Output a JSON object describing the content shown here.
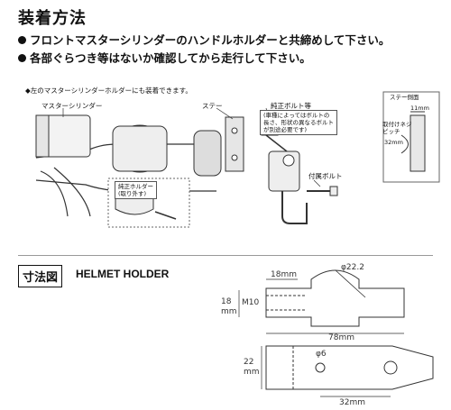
{
  "heading": "装着方法",
  "bullets": [
    "フロントマスターシリンダーのハンドルホルダーと共締めして下さい。",
    "各部ぐらつき等はないか確認してから走行して下さい。"
  ],
  "install": {
    "note": "◆左のマスターシリンダーホルダーにも装着できます。",
    "master_cylinder": "マスターシリンダー",
    "stay": "ステー",
    "oem_bolt": "純正ボルト等",
    "oem_bolt_note": [
      "(車種によってはボルトの",
      "長さ、形状の異なるボルト",
      "が別途必要です)"
    ],
    "oem_holder": [
      "純正ホルダー",
      "(取り外す)"
    ],
    "included_bolt": "付属ボルト",
    "stay_side": {
      "title": "ステー側面",
      "w": "11mm",
      "pitch_label": [
        "取付けネジ",
        "ピッチ"
      ],
      "pitch": "32mm"
    }
  },
  "dimensions": {
    "label": "寸法図",
    "product": "HELMET HOLDER",
    "d_18_top": "18mm",
    "d_phi22": "φ22.2",
    "d_18_side": "18",
    "d_mm": "mm",
    "thread": "M10",
    "length": "78mm",
    "height": "22",
    "height_unit": "mm",
    "hole": "φ6",
    "pitch": "32mm"
  }
}
